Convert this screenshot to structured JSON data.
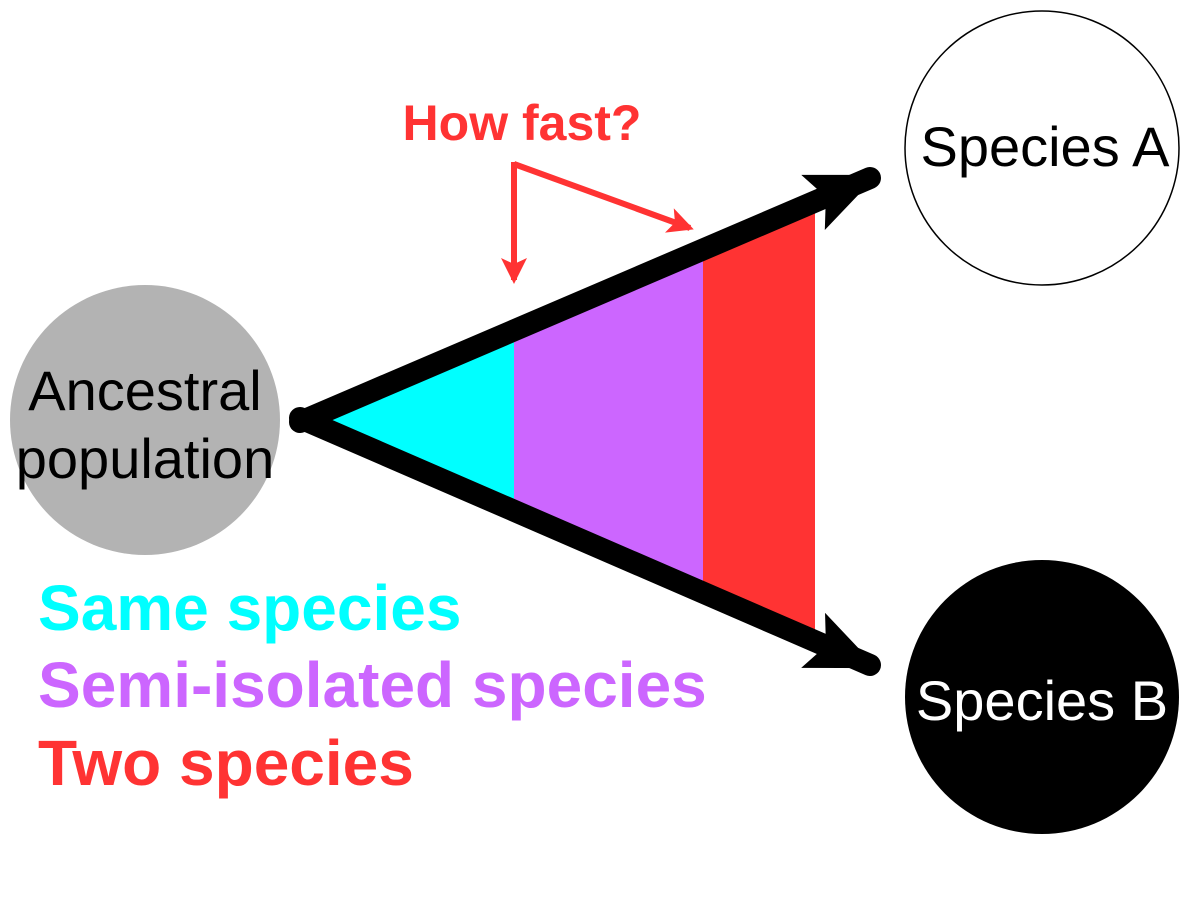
{
  "nodes": {
    "ancestral": {
      "line1": "Ancestral",
      "line2": "population",
      "fill": "#b3b3b3",
      "text_color": "#000000"
    },
    "species_a": {
      "label": "Species A",
      "fill": "#ffffff",
      "stroke": "#000000",
      "text_color": "#000000"
    },
    "species_b": {
      "label": "Species B",
      "fill": "#000000",
      "text_color": "#ffffff"
    }
  },
  "question": {
    "label": "How fast?",
    "color": "#ff3333"
  },
  "stages": {
    "same": {
      "color": "#00ffff"
    },
    "semi": {
      "color": "#cc66ff"
    },
    "two": {
      "color": "#ff3333"
    }
  },
  "legend": {
    "items": [
      {
        "label": "Same species",
        "color": "#00ffff"
      },
      {
        "label": "Semi-isolated species",
        "color": "#cc66ff"
      },
      {
        "label": "Two species",
        "color": "#ff3333"
      }
    ]
  },
  "branch_color": "#000000"
}
